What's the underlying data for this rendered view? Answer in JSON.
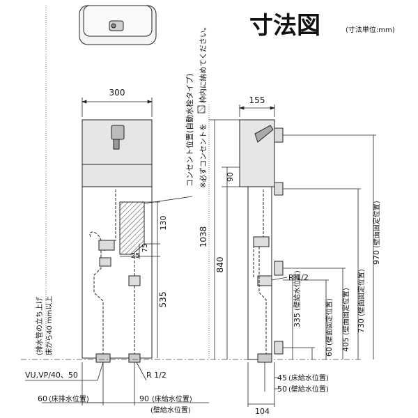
{
  "title": "寸法図",
  "unit_note": "(寸法単位:mm)",
  "outlet_note": "※必ずコンセントを",
  "outlet_note2": "枠内に納めてください。",
  "outlet_label": "コンセント位置(自動水栓タイプ)",
  "drain_note_1": "(排水管の立ち上げ",
  "drain_note_2": "床から40 mm以上",
  "dimensions": {
    "front_width": "300",
    "outlet_height": "130",
    "outlet_offset": "75",
    "inner_offset": "25",
    "supply_height_front": "535",
    "side_width": "155",
    "top_gap": "90",
    "total_height": "1038",
    "bowl_height": "840",
    "wall_fix_970": "970",
    "wall_fix_730": "730",
    "wall_fix_405": "405",
    "wall_supply_335": "335",
    "wall_fix_60": "60",
    "floor_45": "45",
    "floor_50": "50",
    "depth_104": "104",
    "floor_drain_60": "60",
    "floor_supply_90": "90"
  },
  "labels": {
    "wall_fix": "(壁面固定位置)",
    "wall_supply": "(壁給水位置)",
    "floor_supply": "(床給水位置)",
    "floor_drain": "(床排水位置)",
    "pipe": "VU,VP/40、50",
    "thread_front": "R 1/2",
    "thread_side": "R 1/2"
  }
}
